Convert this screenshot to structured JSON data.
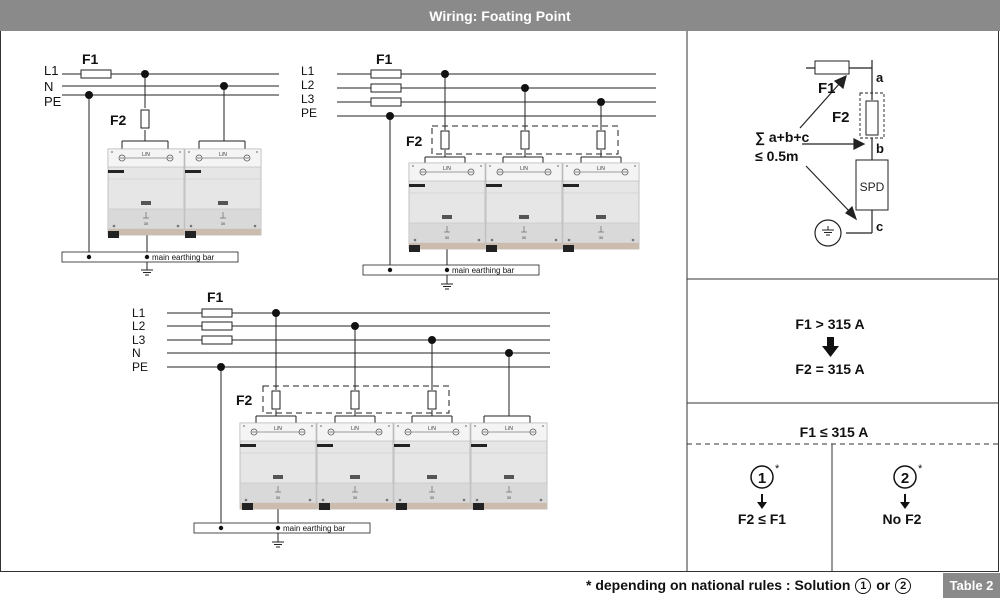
{
  "header": {
    "title": "Wiring: Foating Point"
  },
  "diagram1": {
    "lines": [
      "L1",
      "N",
      "PE"
    ],
    "fuse1": "F1",
    "fuse2": "F2",
    "bar": "main earthing bar",
    "module_label": "L/N"
  },
  "diagram2": {
    "lines": [
      "L1",
      "L2",
      "L3",
      "PE"
    ],
    "fuse1": "F1",
    "fuse2": "F2",
    "bar": "main earthing bar",
    "module_label": "L/N"
  },
  "diagram3": {
    "lines": [
      "L1",
      "L2",
      "L3",
      "N",
      "PE"
    ],
    "fuse1": "F1",
    "fuse2": "F2",
    "bar": "main earthing bar",
    "module_label": "L/N"
  },
  "spd_detail": {
    "fuse1": "F1",
    "fuse2": "F2",
    "sum_line1": "∑ a+b+c",
    "sum_line2": "≤ 0.5m",
    "point_a": "a",
    "point_b": "b",
    "point_c": "c",
    "spd_label": "SPD"
  },
  "rule_high": {
    "condition": "F1 > 315 A",
    "result": "F2 = 315 A"
  },
  "rule_low": {
    "condition": "F1 ≤ 315 A"
  },
  "solution1": {
    "number": "1",
    "mark": "*",
    "text": "F2 ≤ F1"
  },
  "solution2": {
    "number": "2",
    "mark": "*",
    "text": "No F2"
  },
  "footer": {
    "note_prefix": "* depending on national rules : Solution",
    "num1": "1",
    "or": "or",
    "num2": "2",
    "table_label": "Table 2"
  },
  "colors": {
    "header_bg": "#8a8a8a",
    "module_body": "#e6e6e6",
    "module_top": "#f2f2f2"
  }
}
